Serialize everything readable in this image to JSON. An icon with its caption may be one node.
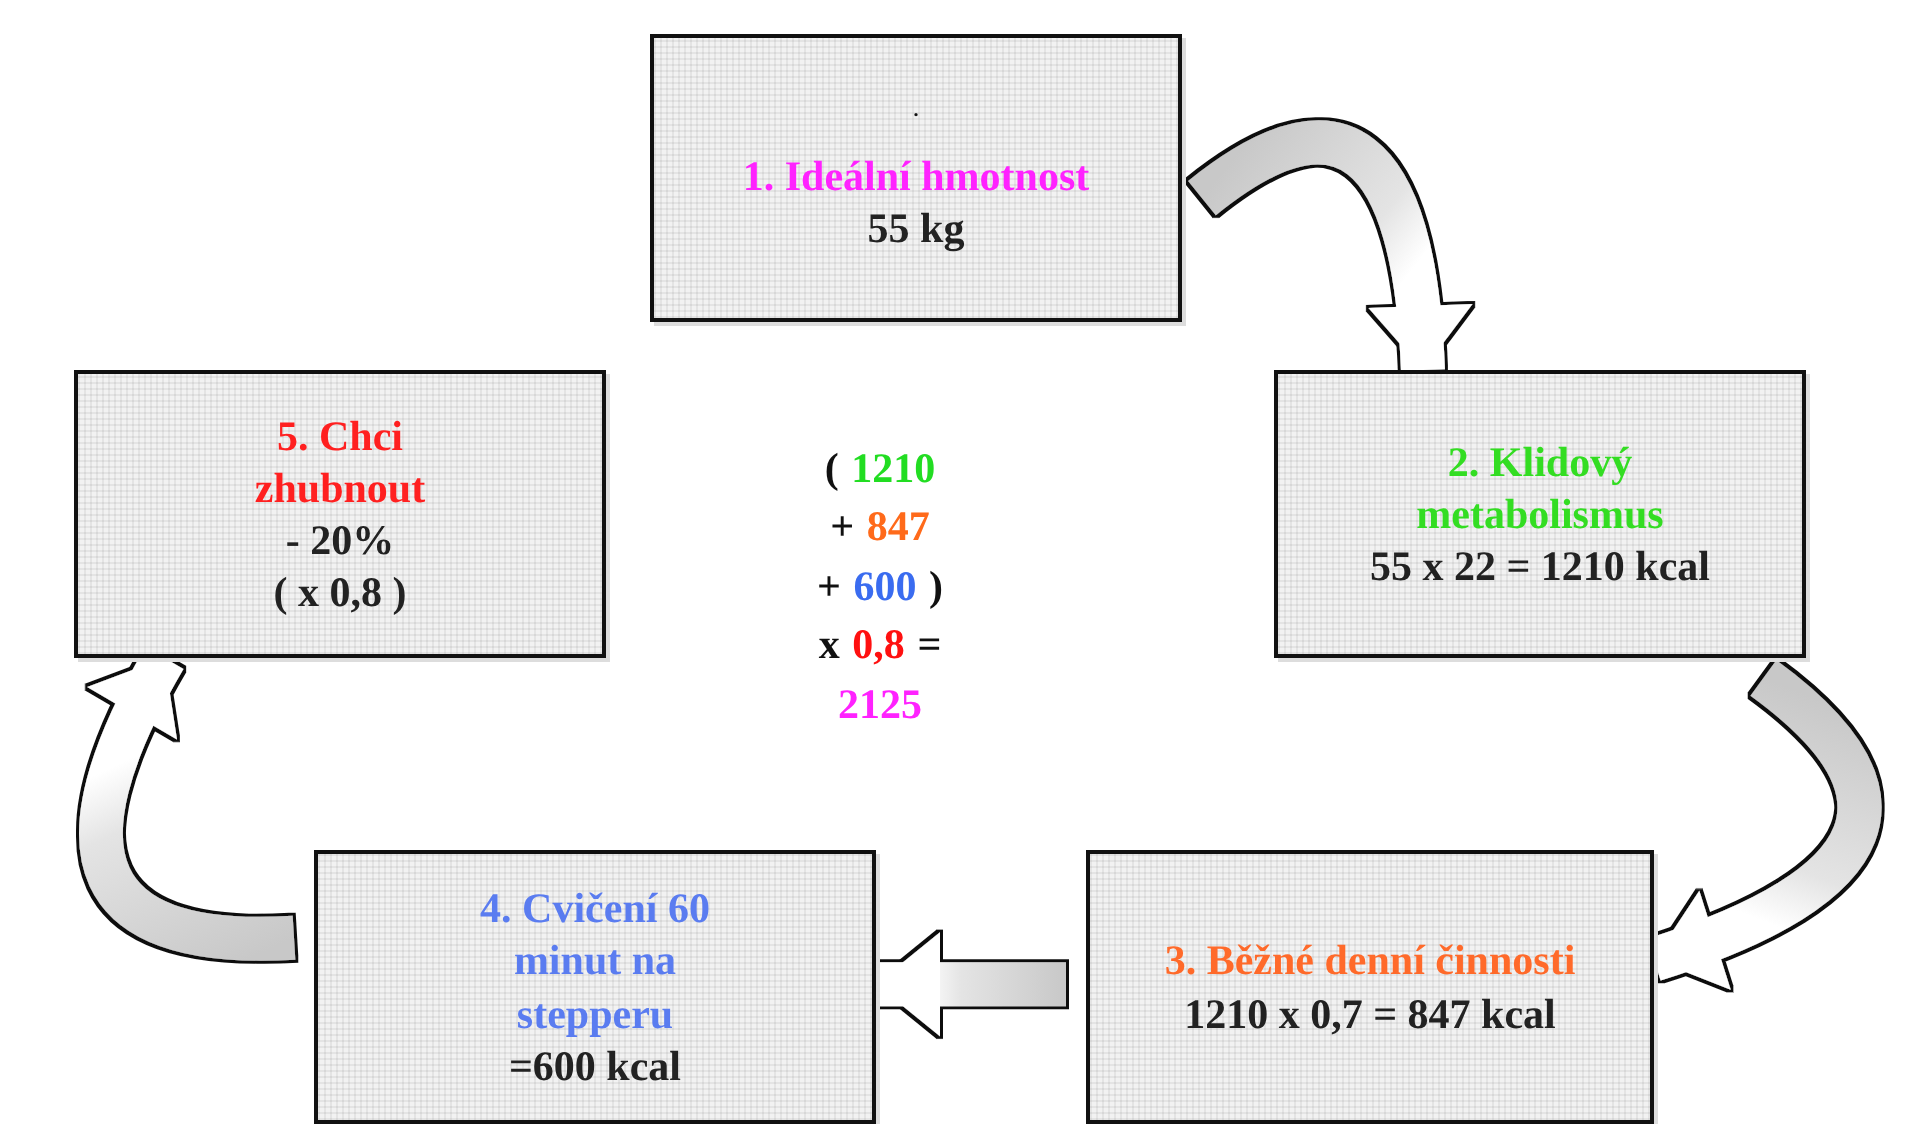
{
  "diagram": {
    "nodes": [
      {
        "text": [
          ".",
          "1. Ideální hmotnost",
          "55 kg"
        ]
      },
      {
        "text": [
          "2. Klidový metabolismus",
          "55 x 22 = 1210 kcal"
        ]
      },
      {
        "text": [
          "3. Běžné denní činnosti",
          "1210 x 0,7 = 847 kcal"
        ]
      },
      {
        "text": [
          "4. Cvičení 60 minut na stepperu",
          "=600 kcal"
        ]
      },
      {
        "text": [
          "5. Chci zhubnout",
          "- 20%",
          "( x 0,8 )"
        ]
      }
    ],
    "edges": [
      {
        "from": 0,
        "to": 1,
        "arrow": "to"
      },
      {
        "from": 1,
        "to": 2,
        "arrow": "to"
      },
      {
        "from": 2,
        "to": 3,
        "arrow": "to"
      },
      {
        "from": 3,
        "to": 4,
        "arrow": "to"
      }
    ],
    "labels": [
      "(",
      "1210",
      "+",
      "847",
      "+",
      "600",
      ")",
      "x",
      "0,8",
      "=",
      "2125"
    ]
  }
}
